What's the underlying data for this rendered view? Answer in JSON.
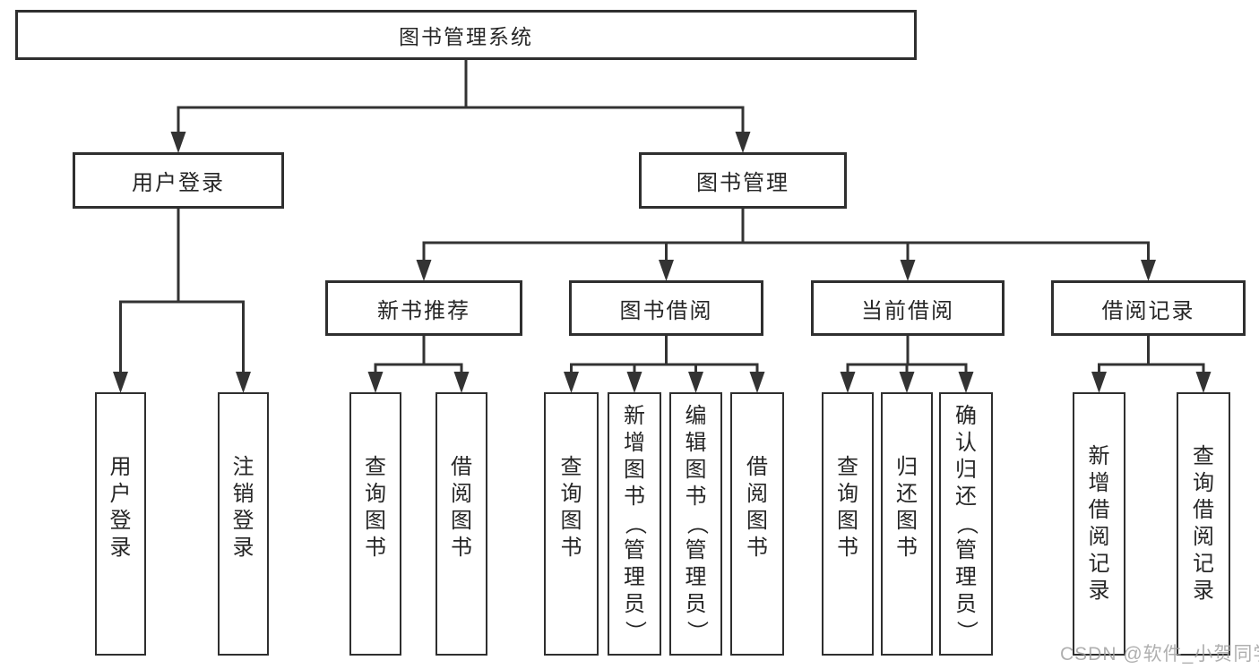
{
  "diagram": {
    "type": "tree",
    "title": "图书管理系统"
  },
  "nodes": [
    {
      "id": "root",
      "label": "图书管理系统",
      "orientation": "horizontal",
      "level": 1
    },
    {
      "id": "user-login",
      "label": "用户登录",
      "orientation": "horizontal",
      "level": 2
    },
    {
      "id": "book-mgmt",
      "label": "图书管理",
      "orientation": "horizontal",
      "level": 2
    },
    {
      "id": "new-book-rec",
      "label": "新书推荐",
      "orientation": "horizontal",
      "level": 3
    },
    {
      "id": "book-borrow",
      "label": "图书借阅",
      "orientation": "horizontal",
      "level": 3
    },
    {
      "id": "current-borrow",
      "label": "当前借阅",
      "orientation": "horizontal",
      "level": 3
    },
    {
      "id": "borrow-records",
      "label": "借阅记录",
      "orientation": "horizontal",
      "level": 3
    },
    {
      "id": "ul-login",
      "label": "用户登录",
      "orientation": "vertical",
      "level": 4
    },
    {
      "id": "ul-logout",
      "label": "注销登录",
      "orientation": "vertical",
      "level": 4
    },
    {
      "id": "nb-query",
      "label": "查询图书",
      "orientation": "vertical",
      "level": 4
    },
    {
      "id": "nb-borrow",
      "label": "借阅图书",
      "orientation": "vertical",
      "level": 4
    },
    {
      "id": "bb-query",
      "label": "查询图书",
      "orientation": "vertical",
      "level": 4
    },
    {
      "id": "bb-add",
      "label": "新增图书（管理员）",
      "orientation": "vertical",
      "level": 4
    },
    {
      "id": "bb-edit",
      "label": "编辑图书（管理员）",
      "orientation": "vertical",
      "level": 4
    },
    {
      "id": "bb-borrow",
      "label": "借阅图书",
      "orientation": "vertical",
      "level": 4
    },
    {
      "id": "cb-query",
      "label": "查询图书",
      "orientation": "vertical",
      "level": 4
    },
    {
      "id": "cb-return",
      "label": "归还图书",
      "orientation": "vertical",
      "level": 4
    },
    {
      "id": "cb-confirm",
      "label": "确认归还（管理员）",
      "orientation": "vertical",
      "level": 4
    },
    {
      "id": "br-add",
      "label": "新增借阅记录",
      "orientation": "vertical",
      "level": 4
    },
    {
      "id": "br-query",
      "label": "查询借阅记录",
      "orientation": "vertical",
      "level": 4
    }
  ],
  "edges": [
    {
      "from": "root",
      "to": [
        "user-login",
        "book-mgmt"
      ]
    },
    {
      "from": "user-login",
      "to": [
        "ul-login",
        "ul-logout"
      ]
    },
    {
      "from": "book-mgmt",
      "to": [
        "new-book-rec",
        "book-borrow",
        "current-borrow",
        "borrow-records"
      ]
    },
    {
      "from": "new-book-rec",
      "to": [
        "nb-query",
        "nb-borrow"
      ]
    },
    {
      "from": "book-borrow",
      "to": [
        "bb-query",
        "bb-add",
        "bb-edit",
        "bb-borrow"
      ]
    },
    {
      "from": "current-borrow",
      "to": [
        "cb-query",
        "cb-return",
        "cb-confirm"
      ]
    },
    {
      "from": "borrow-records",
      "to": [
        "br-add",
        "br-query"
      ]
    }
  ],
  "watermark": {
    "text": "CSDN @软件_小贺同学"
  },
  "colors": {
    "line": "#333333",
    "border": "#2f2f2f",
    "text": "#262626",
    "background": "#ffffff",
    "watermark": "#9e9e9e"
  }
}
